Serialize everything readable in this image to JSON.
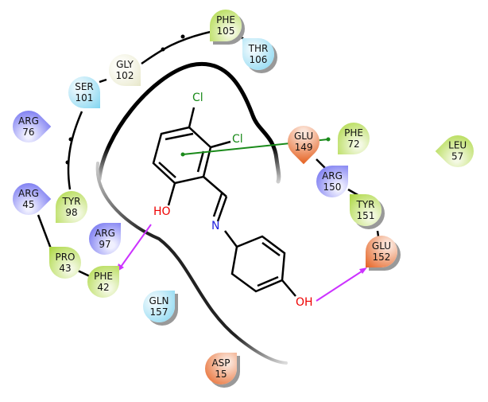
{
  "residues": [
    {
      "name": "PHE",
      "num": "105",
      "type": "hydrophobic"
    },
    {
      "name": "THR",
      "num": "106",
      "type": "polar"
    },
    {
      "name": "GLY",
      "num": "102",
      "type": "glycine"
    },
    {
      "name": "SER",
      "num": "101",
      "type": "polar"
    },
    {
      "name": "ARG",
      "num": "76",
      "type": "positive"
    },
    {
      "name": "ARG",
      "num": "45",
      "type": "positive"
    },
    {
      "name": "TYR",
      "num": "98",
      "type": "hydrophobic"
    },
    {
      "name": "ARG",
      "num": "97",
      "type": "positive"
    },
    {
      "name": "PRO",
      "num": "43",
      "type": "hydrophobic"
    },
    {
      "name": "PHE",
      "num": "42",
      "type": "hydrophobic"
    },
    {
      "name": "GLN",
      "num": "157",
      "type": "polar"
    },
    {
      "name": "ASP",
      "num": "15",
      "type": "negative"
    },
    {
      "name": "GLU",
      "num": "149",
      "type": "negative"
    },
    {
      "name": "PHE",
      "num": "72",
      "type": "hydrophobic"
    },
    {
      "name": "LEU",
      "num": "57",
      "type": "hydrophobic"
    },
    {
      "name": "ARG",
      "num": "150",
      "type": "positive"
    },
    {
      "name": "TYR",
      "num": "151",
      "type": "hydrophobic"
    },
    {
      "name": "GLU",
      "num": "152",
      "type": "negative"
    }
  ],
  "ligand": {
    "cl1": "Cl",
    "cl2": "Cl",
    "oh1": "HO",
    "n": "N",
    "oh2": "OH"
  },
  "colors": {
    "hbond": "#cc33ff",
    "pi_stack": "#1a8a1a",
    "hydrophobic": "#a9d63a",
    "positive": "#6060ee",
    "negative": "#e5601f",
    "polar": "#7fd4f0"
  }
}
